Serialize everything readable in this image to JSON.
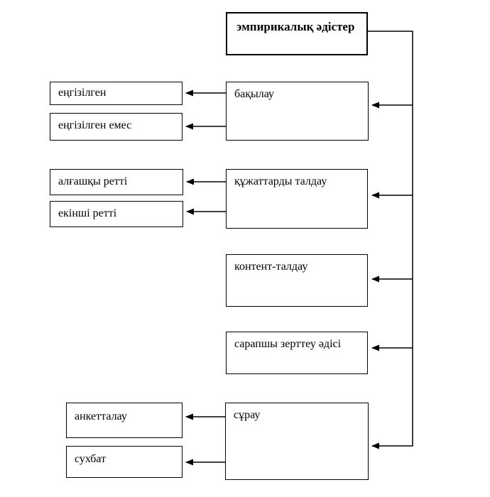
{
  "diagram": {
    "language": "Kazakh",
    "colors": {
      "background": "#ffffff",
      "line": "#000000",
      "box_border": "#000000",
      "text": "#000000"
    },
    "boxes": {
      "root": {
        "label": "эмпирикалық әдістер",
        "style": "bold"
      },
      "bakylau": {
        "label": "бақылау"
      },
      "kuzhattar": {
        "label": "құжаттарды талдау"
      },
      "kontent": {
        "label": "контент-талдау"
      },
      "sarapshy": {
        "label": "сарапшы зерттеу әдісі"
      },
      "surau": {
        "label": "сұрау"
      },
      "engizilgen": {
        "label": "еңгізілген"
      },
      "engizilgen_emes": {
        "label": "еңгізілген емес"
      },
      "algashky": {
        "label": "алғашқы ретті"
      },
      "ekinshi": {
        "label": "екінші ретті"
      },
      "ankettalau": {
        "label": "анкетталау"
      },
      "sukhbat": {
        "label": "сухбат"
      }
    },
    "connections": [
      {
        "from": "эмпирикалық әдістер",
        "to": "бақылау"
      },
      {
        "from": "эмпирикалық әдістер",
        "to": "құжаттарды талдау"
      },
      {
        "from": "эмпирикалық әдістер",
        "to": "контент-талдау"
      },
      {
        "from": "эмпирикалық әдістер",
        "to": "сарапшы зерттеу әдісі"
      },
      {
        "from": "эмпирикалық әдістер",
        "to": "сұрау"
      },
      {
        "from": "бақылау",
        "to": "еңгізілген"
      },
      {
        "from": "бақылау",
        "to": "еңгізілген емес"
      },
      {
        "from": "құжаттарды талдау",
        "to": "алғашқы ретті"
      },
      {
        "from": "құжаттарды талдау",
        "to": "екінші ретті"
      },
      {
        "from": "сұрау",
        "to": "анкетталау"
      },
      {
        "from": "сұрау",
        "to": "сухбат"
      }
    ]
  }
}
